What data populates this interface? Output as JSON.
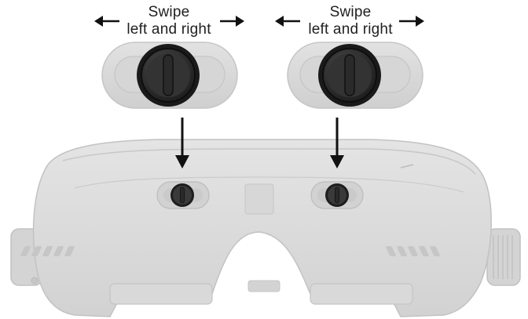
{
  "instructions": {
    "left": {
      "line1": "Swipe",
      "line2": "left and right"
    },
    "right": {
      "line1": "Swipe",
      "line2": "left and right"
    }
  },
  "colors": {
    "housing": "#dcdcdc",
    "housing_shadow": "#cfcfcf",
    "housing_outline": "#c4c4c4",
    "knob": "#2b2b2b",
    "knob_ring": "#111111",
    "knob_face": "#3a3a3a",
    "arrow": "#111111",
    "text": "#1f1f1f"
  },
  "icons": {
    "left_arrow": "arrow-left-icon",
    "right_arrow": "arrow-right-icon",
    "down_arrow": "arrow-down-icon",
    "knob": "adjustment-wheel-icon"
  }
}
